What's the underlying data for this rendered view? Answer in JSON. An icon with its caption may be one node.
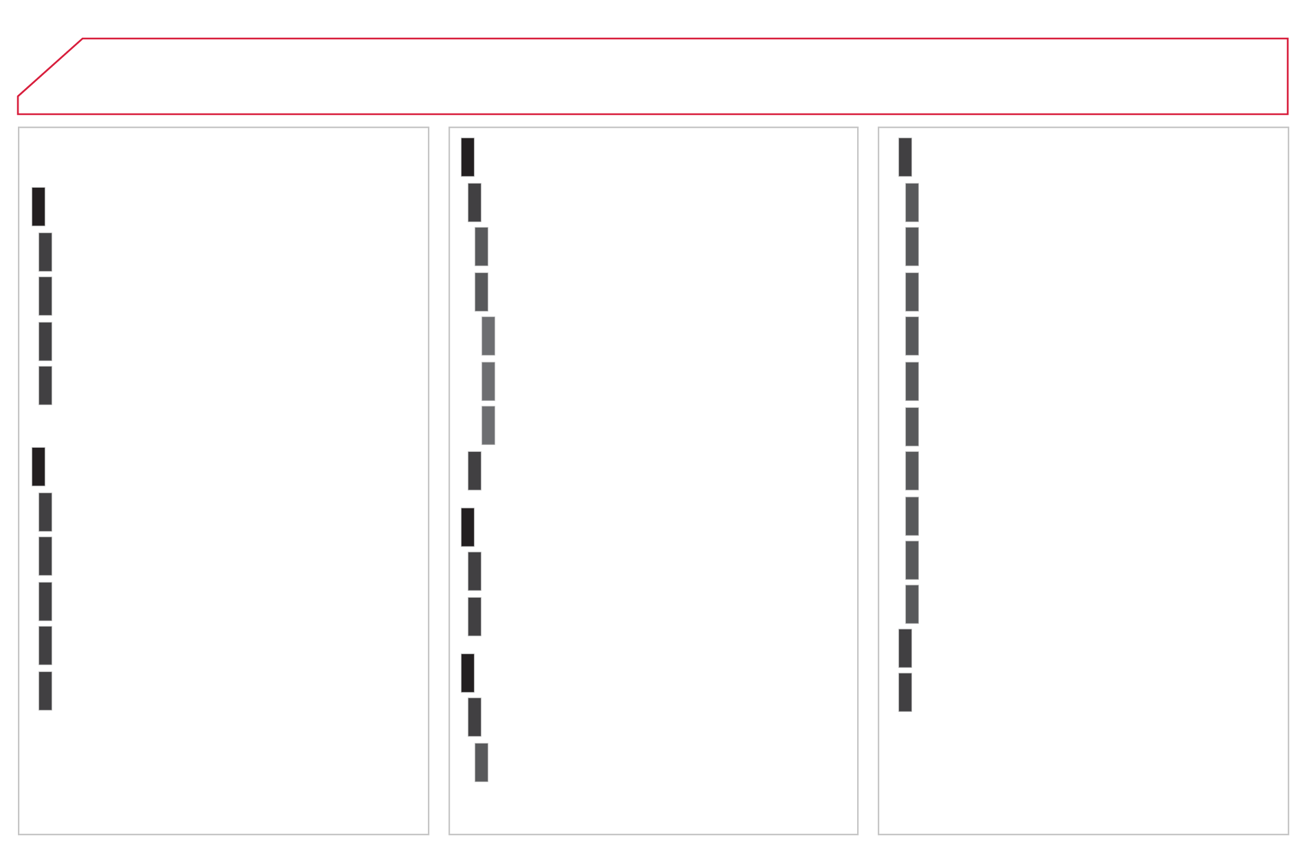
{
  "diagram": {
    "nodes": [
      {
        "text": [],
        "shape": "banner"
      },
      {
        "text": [],
        "shape": "box"
      },
      {
        "text": [],
        "shape": "bar",
        "in": 1
      },
      {
        "text": [],
        "shape": "bar",
        "in": 1
      },
      {
        "text": [],
        "shape": "bar",
        "in": 1
      },
      {
        "text": [],
        "shape": "bar",
        "in": 1
      },
      {
        "text": [],
        "shape": "bar",
        "in": 1
      },
      {
        "text": [],
        "shape": "bar",
        "in": 1
      },
      {
        "text": [],
        "shape": "bar",
        "in": 1
      },
      {
        "text": [],
        "shape": "bar",
        "in": 1
      },
      {
        "text": [],
        "shape": "bar",
        "in": 1
      },
      {
        "text": [],
        "shape": "bar",
        "in": 1
      },
      {
        "text": [],
        "shape": "bar",
        "in": 1
      },
      {
        "text": [],
        "shape": "box"
      },
      {
        "text": [],
        "shape": "bar",
        "in": 13
      },
      {
        "text": [],
        "shape": "bar",
        "in": 13
      },
      {
        "text": [],
        "shape": "bar",
        "in": 13
      },
      {
        "text": [],
        "shape": "bar",
        "in": 13
      },
      {
        "text": [],
        "shape": "bar",
        "in": 13
      },
      {
        "text": [],
        "shape": "bar",
        "in": 13
      },
      {
        "text": [],
        "shape": "bar",
        "in": 13
      },
      {
        "text": [],
        "shape": "bar",
        "in": 13
      },
      {
        "text": [],
        "shape": "bar",
        "in": 13
      },
      {
        "text": [],
        "shape": "bar",
        "in": 13
      },
      {
        "text": [],
        "shape": "bar",
        "in": 13
      },
      {
        "text": [],
        "shape": "bar",
        "in": 13
      },
      {
        "text": [],
        "shape": "bar",
        "in": 13
      },
      {
        "text": [],
        "shape": "bar",
        "in": 13
      },
      {
        "text": [],
        "shape": "box"
      },
      {
        "text": [],
        "shape": "bar",
        "in": 28
      },
      {
        "text": [],
        "shape": "bar",
        "in": 28
      },
      {
        "text": [],
        "shape": "bar",
        "in": 28
      },
      {
        "text": [],
        "shape": "bar",
        "in": 28
      },
      {
        "text": [],
        "shape": "bar",
        "in": 28
      },
      {
        "text": [],
        "shape": "bar",
        "in": 28
      },
      {
        "text": [],
        "shape": "bar",
        "in": 28
      },
      {
        "text": [],
        "shape": "bar",
        "in": 28
      },
      {
        "text": [],
        "shape": "bar",
        "in": 28
      },
      {
        "text": [],
        "shape": "bar",
        "in": 28
      },
      {
        "text": [],
        "shape": "bar",
        "in": 28
      },
      {
        "text": [],
        "shape": "bar",
        "in": 28
      },
      {
        "text": [],
        "shape": "bar",
        "in": 28
      }
    ]
  }
}
